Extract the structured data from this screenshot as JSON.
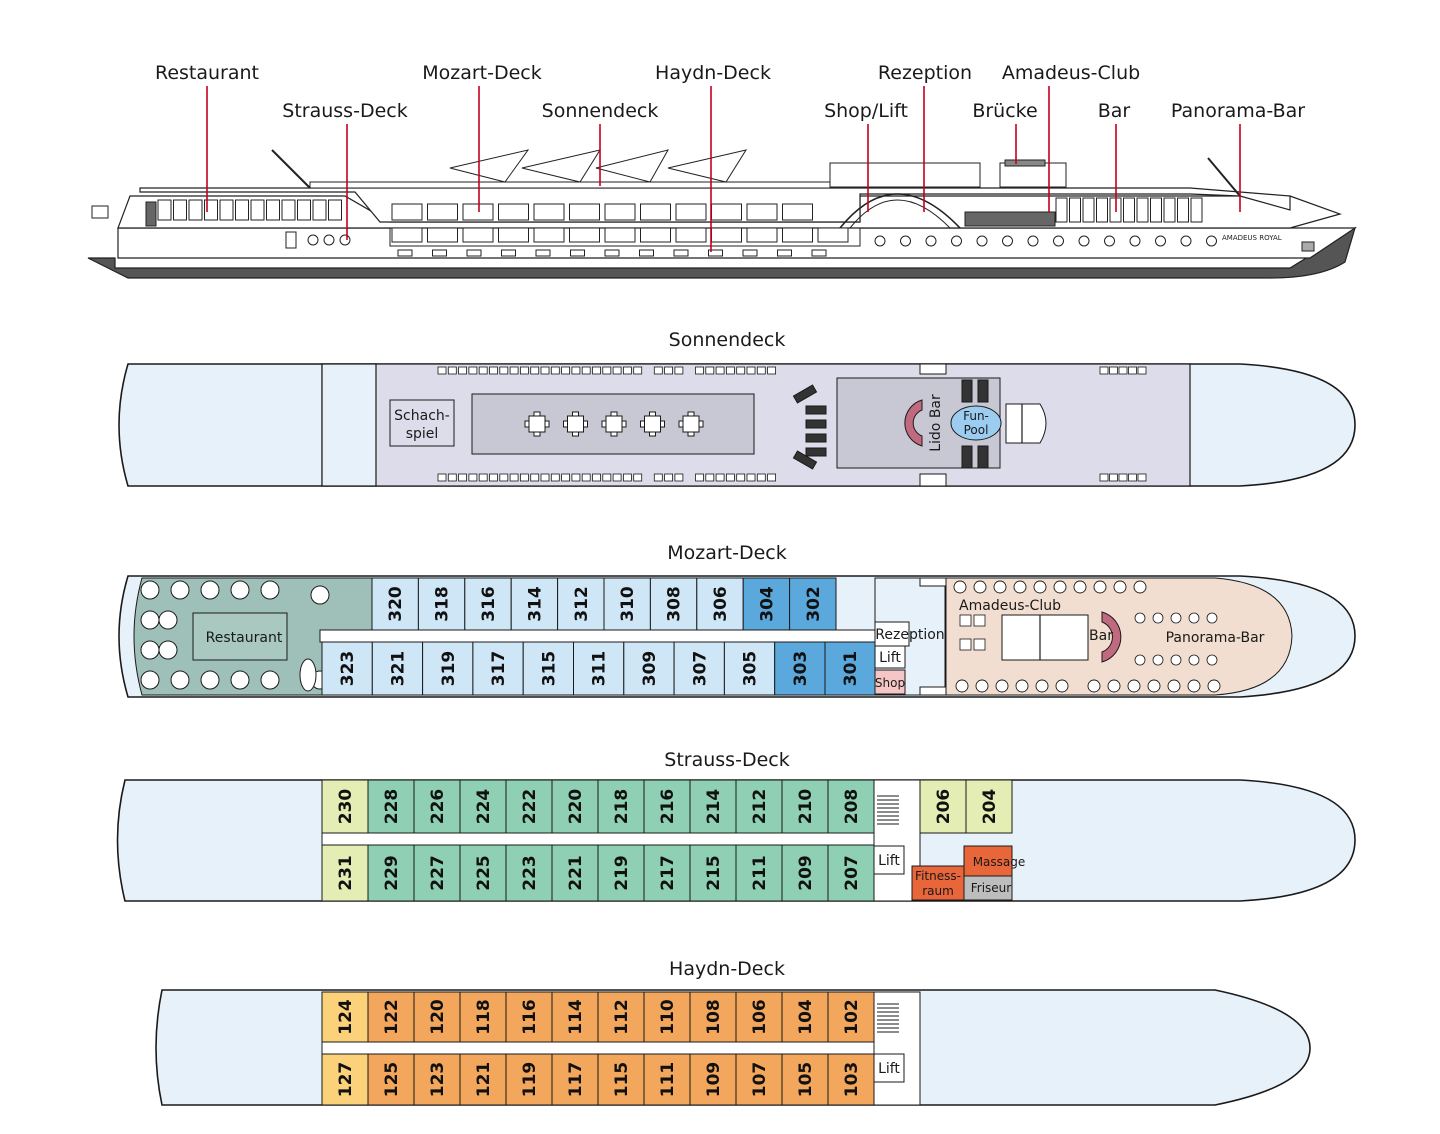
{
  "side_view": {
    "labels": [
      {
        "id": "restaurant",
        "text": "Restaurant"
      },
      {
        "id": "strauss",
        "text": "Strauss-Deck"
      },
      {
        "id": "mozart",
        "text": "Mozart-Deck"
      },
      {
        "id": "sonnendeck",
        "text": "Sonnendeck"
      },
      {
        "id": "haydn",
        "text": "Haydn-Deck"
      },
      {
        "id": "shoplift",
        "text": "Shop/Lift"
      },
      {
        "id": "rezeption",
        "text": "Rezeption"
      },
      {
        "id": "bruecke",
        "text": "Brücke"
      },
      {
        "id": "amadeusclub",
        "text": "Amadeus-Club"
      },
      {
        "id": "bar",
        "text": "Bar"
      },
      {
        "id": "panoramabar",
        "text": "Panorama-Bar"
      }
    ],
    "ship_name": "AMADEUS ROYAL"
  },
  "sonnendeck": {
    "title": "Sonnendeck",
    "schach": [
      "Schach-",
      "spiel"
    ],
    "lido_bar": "Lido Bar",
    "fun_pool": [
      "Fun-",
      "Pool"
    ]
  },
  "mozart": {
    "title": "Mozart-Deck",
    "restaurant": "Restaurant",
    "amadeus_club": "Amadeus-Club",
    "rezeption": "Rezeption",
    "lift": "Lift",
    "shop": "Shop",
    "bar": "Bar",
    "panorama_bar": "Panorama-Bar",
    "top_cabins": [
      "320",
      "318",
      "316",
      "314",
      "312",
      "310",
      "308",
      "306",
      "304",
      "302"
    ],
    "bottom_cabins": [
      "323",
      "321",
      "319",
      "317",
      "315",
      "311",
      "309",
      "307",
      "305",
      "303",
      "301"
    ]
  },
  "strauss": {
    "title": "Strauss-Deck",
    "lift": "Lift",
    "fitness": [
      "Fitness-",
      "raum"
    ],
    "massage": "Massage",
    "friseur": "Friseur",
    "top_cabins": [
      "230",
      "228",
      "226",
      "224",
      "222",
      "220",
      "218",
      "216",
      "214",
      "212",
      "210",
      "208"
    ],
    "top_right_cabins": [
      "206",
      "204"
    ],
    "bottom_cabins": [
      "231",
      "229",
      "227",
      "225",
      "223",
      "221",
      "219",
      "217",
      "215",
      "211",
      "209",
      "207"
    ]
  },
  "haydn": {
    "title": "Haydn-Deck",
    "lift": "Lift",
    "top_cabins": [
      "124",
      "122",
      "120",
      "118",
      "116",
      "114",
      "112",
      "110",
      "108",
      "106",
      "104",
      "102"
    ],
    "bottom_cabins": [
      "127",
      "125",
      "123",
      "121",
      "119",
      "117",
      "115",
      "111",
      "109",
      "107",
      "105",
      "103"
    ]
  },
  "colors": {
    "hull": "#e6f1f9",
    "deck": "#dcdcea",
    "mozart_cabin": "#cfe6f7",
    "mozart_suite": "#5aa8dc",
    "restaurant": "#9fc0b8",
    "club": "#f2ded0",
    "strauss_cabin": "#8fcfb3",
    "strauss_alt": "#e4eeb4",
    "haydn_cabin": "#f2a75c",
    "haydn_alt": "#fbd27a",
    "fitness": "#e8663a",
    "friseur": "#bdbdbd",
    "shop": "#f6c6c6",
    "accent_red": "#c2001f"
  }
}
